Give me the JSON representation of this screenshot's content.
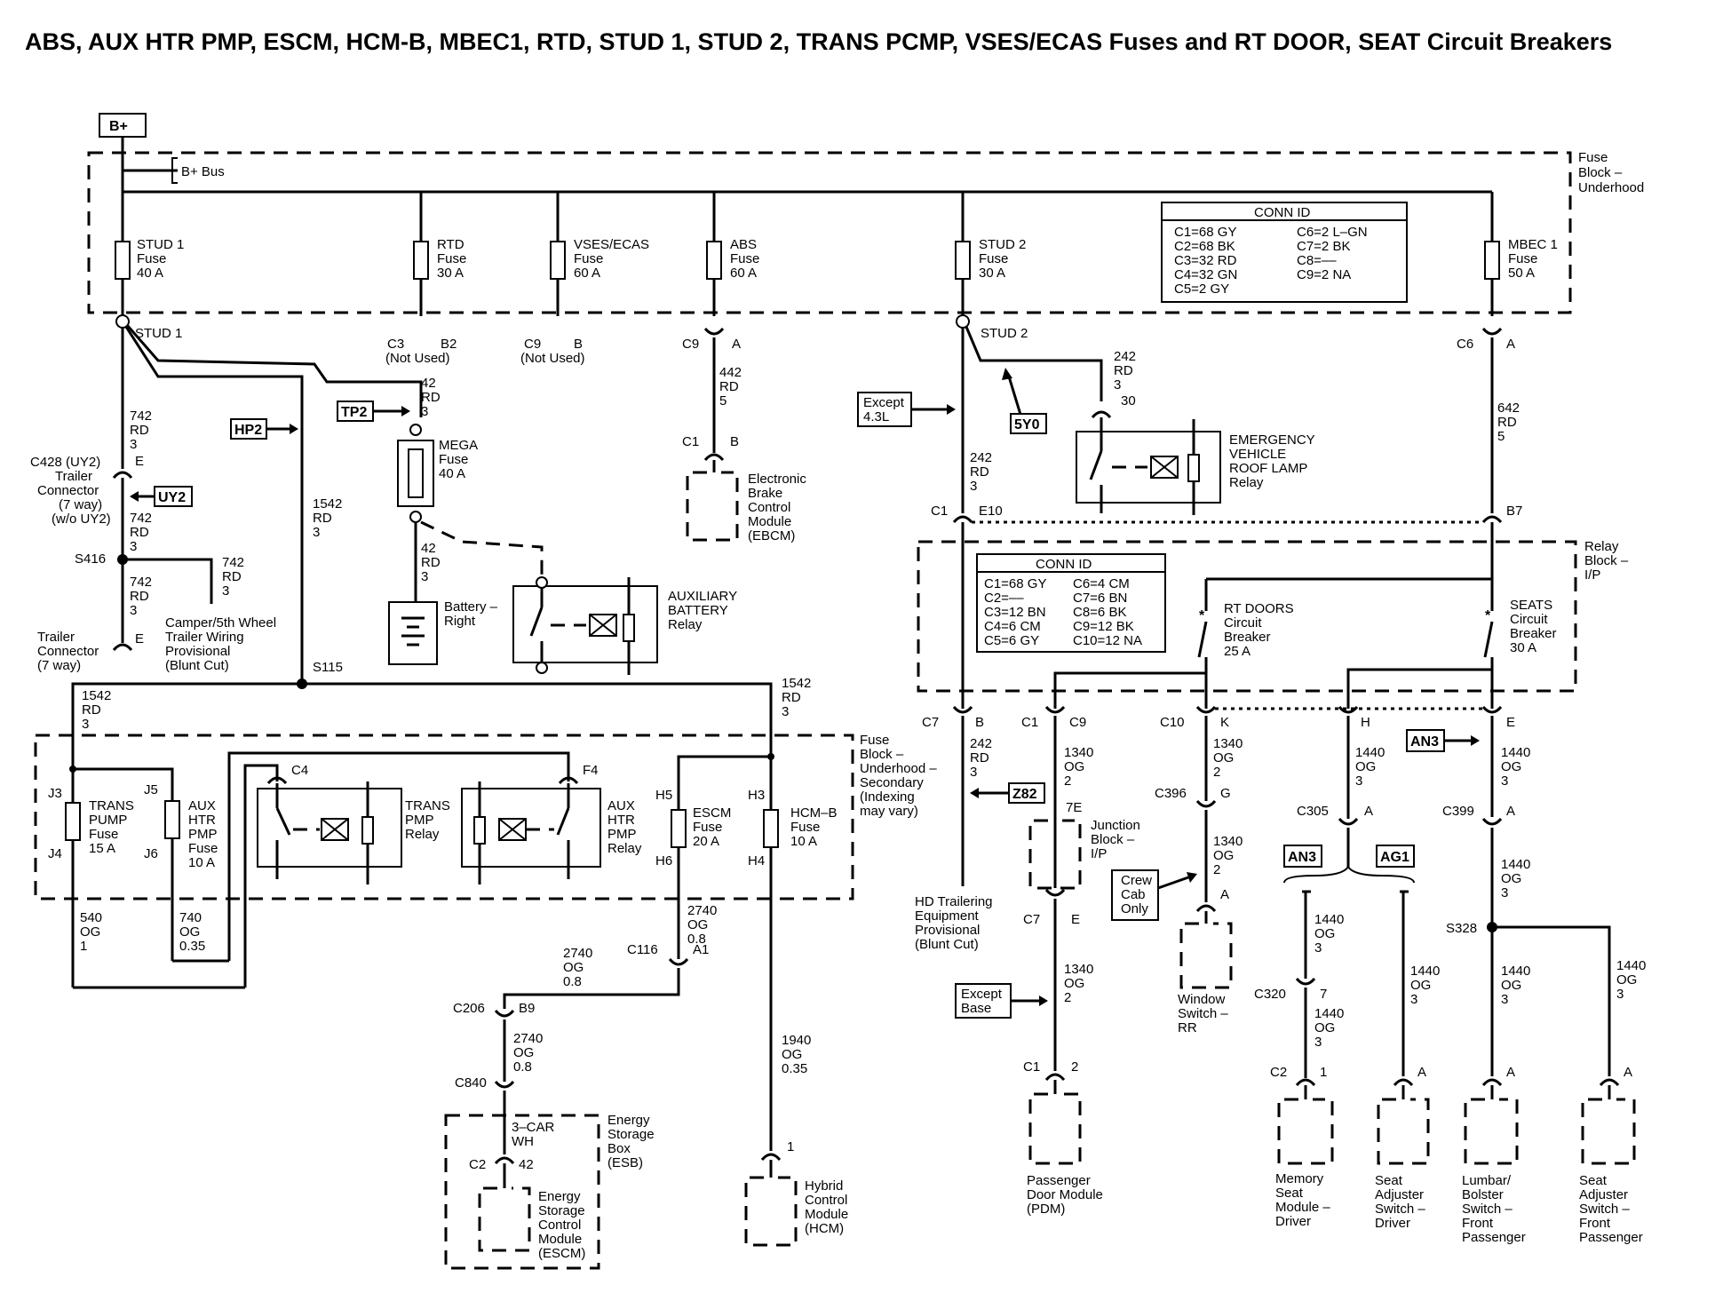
{
  "title": "ABS, AUX HTR PMP, ESCM, HCM-B, MBEC1, RTD, STUD 1, STUD 2, TRANS PCMP, VSES/ECAS Fuses and RT DOOR, SEAT Circuit Breakers",
  "power": {
    "bplus": "B+",
    "bus": "B+ Bus"
  },
  "blocks": {
    "underhood": [
      "Fuse",
      "Block –",
      "Underhood"
    ],
    "relay": [
      "Relay",
      "Block –",
      "I/P"
    ],
    "secondary": [
      "Fuse",
      "Block –",
      "Underhood –",
      "Secondary",
      "(Indexing",
      "may vary)"
    ],
    "esb": [
      "Energy",
      "Storage",
      "Box",
      "(ESB)"
    ],
    "junction": [
      "Junction",
      "Block –",
      "I/P"
    ]
  },
  "fuses": {
    "stud1": [
      "STUD 1",
      "Fuse",
      "40 A"
    ],
    "rtd": [
      "RTD",
      "Fuse",
      "30 A"
    ],
    "vses": [
      "VSES/ECAS",
      "Fuse",
      "60 A"
    ],
    "abs": [
      "ABS",
      "Fuse",
      "60 A"
    ],
    "stud2": [
      "STUD 2",
      "Fuse",
      "30 A"
    ],
    "mbec": [
      "MBEC 1",
      "Fuse",
      "50 A"
    ],
    "mega": [
      "MEGA",
      "Fuse",
      "40 A"
    ],
    "trans": [
      "TRANS",
      "PUMP",
      "Fuse",
      "15 A"
    ],
    "aux": [
      "AUX",
      "HTR",
      "PMP",
      "Fuse",
      "10 A"
    ],
    "escm": [
      "ESCM",
      "Fuse",
      "20 A"
    ],
    "hcm": [
      "HCM–B",
      "Fuse",
      "10 A"
    ]
  },
  "conn_id_underhood": {
    "title": "CONN ID",
    "left": [
      "C1=68 GY",
      "C2=68 BK",
      "C3=32 RD",
      "C4=32 GN",
      "C5=2 GY"
    ],
    "right": [
      "C6=2 L–GN",
      "C7=2 BK",
      "C8=––",
      "C9=2 NA"
    ]
  },
  "conn_id_relay": {
    "title": "CONN ID",
    "left": [
      "C1=68 GY",
      "C2=––",
      "C3=12 BN",
      "C4=6 CM",
      "C5=6 GY"
    ],
    "right": [
      "C6=4 CM",
      "C7=6 BN",
      "C8=6 BK",
      "C9=12 BK",
      "C10=12 NA"
    ]
  },
  "relays": {
    "aux_batt": [
      "AUXILIARY",
      "BATTERY",
      "Relay"
    ],
    "emergency": [
      "EMERGENCY",
      "VEHICLE",
      "ROOF LAMP",
      "Relay"
    ],
    "trans_pmp": [
      "TRANS",
      "PMP",
      "Relay"
    ],
    "aux_htr": [
      "AUX",
      "HTR",
      "PMP",
      "Relay"
    ]
  },
  "breakers": {
    "rt_doors": [
      "RT DOORS",
      "Circuit",
      "Breaker",
      "25 A"
    ],
    "seats": [
      "SEATS",
      "Circuit",
      "Breaker",
      "30 A"
    ]
  },
  "tags": {
    "hp2": "HP2",
    "tp2": "TP2",
    "uy2": "UY2",
    "y50": "5Y0",
    "z82": "Z82",
    "an3a": "AN3",
    "an3b": "AN3",
    "ag1": "AG1",
    "except43": [
      "Except",
      "4.3L"
    ],
    "exceptbase": [
      "Except",
      "Base"
    ],
    "crewcab": [
      "Crew",
      "Cab",
      "Only"
    ]
  },
  "texts": {
    "stud1_node": "STUD 1",
    "stud2_node": "STUD 2",
    "c3": "C3",
    "b2": "B2",
    "notused1": "(Not Used)",
    "c9": "C9",
    "bpin": "B",
    "notused2": "(Not Used)",
    "c9a": "C9",
    "pina1": "A",
    "c6": "C6",
    "pina2": "A",
    "w442": [
      "442",
      "RD",
      "5"
    ],
    "c1b": "C1",
    "pinb1": "B",
    "ebcm": [
      "Electronic",
      "Brake",
      "Control",
      "Module",
      "(EBCM)"
    ],
    "w742a": [
      "742",
      "RD",
      "3"
    ],
    "c428": [
      "C428 (UY2)",
      "Trailer",
      "Connector",
      "(7 way)",
      "(w/o UY2)"
    ],
    "pine1": "E",
    "w742b": [
      "742",
      "RD",
      "3"
    ],
    "s416": "S416",
    "w742c": [
      "742",
      "RD",
      "3"
    ],
    "w742d": [
      "742",
      "RD",
      "3"
    ],
    "trailer_conn": [
      "Trailer",
      "Connector",
      "(7 way)"
    ],
    "pine2": "E",
    "camper": [
      "Camper/5th Wheel",
      "Trailer Wiring",
      "Provisional",
      "(Blunt Cut)"
    ],
    "w1542a": [
      "1542",
      "RD",
      "3"
    ],
    "w42a": [
      "42",
      "RD",
      "3"
    ],
    "w42b": [
      "42",
      "RD",
      "3"
    ],
    "battery": [
      "Battery –",
      "Right"
    ],
    "s115": "S115",
    "w1542b": [
      "1542",
      "RD",
      "3"
    ],
    "w1542c": [
      "1542",
      "RD",
      "3"
    ],
    "w242a": [
      "242",
      "RD",
      "3"
    ],
    "pin30": "30",
    "w242b": [
      "242",
      "RD",
      "3"
    ],
    "w642": [
      "642",
      "RD",
      "5"
    ],
    "c1e10a": "C1",
    "c1e10b": "E10",
    "b7": "B7",
    "c7b1": "C7",
    "c7b2": "B",
    "w242c": [
      "242",
      "RD",
      "3"
    ],
    "hdtrail": [
      "HD Trailering",
      "Equipment",
      "Provisional",
      "(Blunt Cut)"
    ],
    "c1c9a": "C1",
    "c1c9b": "C9",
    "w1340a": [
      "1340",
      "OG",
      "2"
    ],
    "pin7e": "7E",
    "c7e1": "C7",
    "c7e2": "E",
    "w1340b": [
      "1340",
      "OG",
      "2"
    ],
    "c1_2a": "C1",
    "c1_2b": "2",
    "pdm": [
      "Passenger",
      "Door Module",
      "(PDM)"
    ],
    "c10k1": "C10",
    "c10k2": "K",
    "w1340c": [
      "1340",
      "OG",
      "2"
    ],
    "c396": "C396",
    "pin_g": "G",
    "w1340d": [
      "1340",
      "OG",
      "2"
    ],
    "pina3": "A",
    "window": [
      "Window",
      "Switch –",
      "RR"
    ],
    "pinh": "H",
    "w1440a": [
      "1440",
      "OG",
      "3"
    ],
    "c305": "C305",
    "pina4": "A",
    "w1440b": [
      "1440",
      "OG",
      "3"
    ],
    "c320": "C320",
    "pin7": "7",
    "w1440c": [
      "1440",
      "OG",
      "3"
    ],
    "c2_1a": "C2",
    "c2_1b": "1",
    "memory": [
      "Memory",
      "Seat",
      "Module –",
      "Driver"
    ],
    "w1440d": [
      "1440",
      "OG",
      "3"
    ],
    "pina5": "A",
    "seatadj_d": [
      "Seat",
      "Adjuster",
      "Switch –",
      "Driver"
    ],
    "pine3": "E",
    "w1440e": [
      "1440",
      "OG",
      "3"
    ],
    "c399": "C399",
    "pina6": "A",
    "w1440f": [
      "1440",
      "OG",
      "3"
    ],
    "s328": "S328",
    "w1440g": [
      "1440",
      "OG",
      "3"
    ],
    "pina7": "A",
    "lumbar": [
      "Lumbar/",
      "Bolster",
      "Switch –",
      "Front",
      "Passenger"
    ],
    "w1440h": [
      "1440",
      "OG",
      "3"
    ],
    "pina8": "A",
    "seatadj_p": [
      "Seat",
      "Adjuster",
      "Switch –",
      "Front",
      "Passenger"
    ],
    "j3": "J3",
    "j4": "J4",
    "j5": "J5",
    "j6": "J6",
    "c4": "C4",
    "f4": "F4",
    "h5": "H5",
    "h6": "H6",
    "h3": "H3",
    "h4": "H4",
    "w540": [
      "540",
      "OG",
      "1"
    ],
    "w740": [
      "740",
      "OG",
      "0.35"
    ],
    "w2740a": [
      "2740",
      "OG",
      "0.8"
    ],
    "c116": "C116",
    "pina9": "A1",
    "w2740b": [
      "2740",
      "OG",
      "0.8"
    ],
    "c206": "C206",
    "b9": "B9",
    "w2740c": [
      "2740",
      "OG",
      "0.8"
    ],
    "c840": "C840",
    "car": [
      "3–CAR",
      "WH"
    ],
    "c2_42a": "C2",
    "c2_42b": "42",
    "escm_mod": [
      "Energy",
      "Storage",
      "Control",
      "Module",
      "(ESCM)"
    ],
    "w1940": [
      "1940",
      "OG",
      "0.35"
    ],
    "pin1": "1",
    "hcm_mod": [
      "Hybrid",
      "Control",
      "Module",
      "(HCM)"
    ]
  }
}
